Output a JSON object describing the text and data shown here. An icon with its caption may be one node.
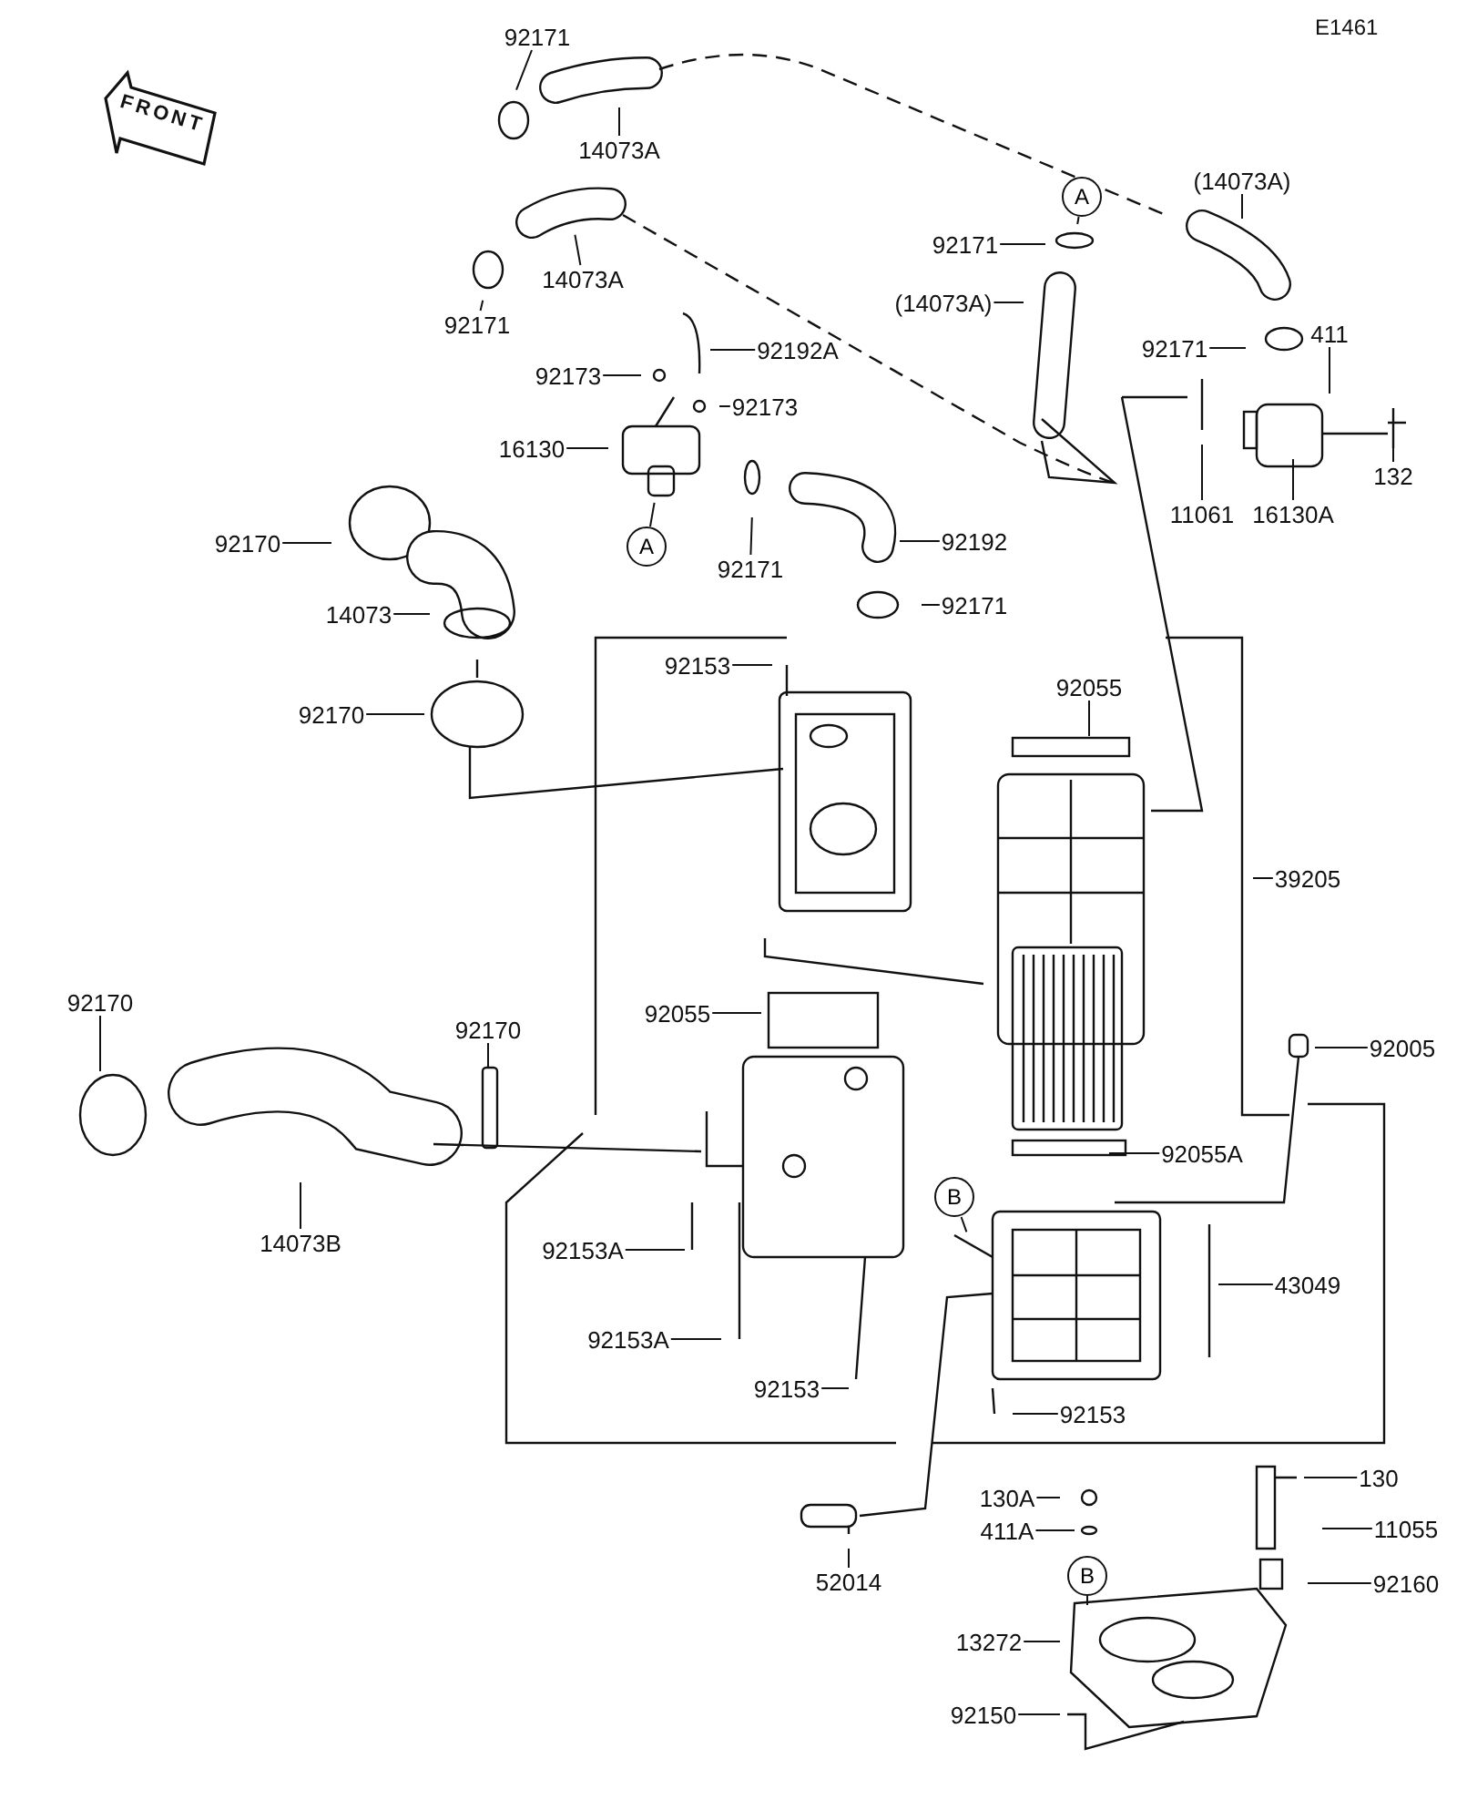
{
  "diagram": {
    "nodes": [
      {
        "text": [
          "92171"
        ]
      },
      {
        "text": [
          "14073A"
        ]
      },
      {
        "text": [
          "92171"
        ]
      },
      {
        "text": [
          "14073A"
        ]
      },
      {
        "text": [
          "92192A"
        ]
      },
      {
        "text": [
          "92173"
        ]
      },
      {
        "text": [
          "92173"
        ]
      },
      {
        "text": [
          "16130"
        ]
      },
      {
        "text": [
          "A"
        ]
      },
      {
        "text": [
          "92171"
        ]
      },
      {
        "text": [
          "92192"
        ]
      },
      {
        "text": [
          "92171"
        ]
      },
      {
        "text": [
          "A"
        ]
      },
      {
        "text": [
          "92171"
        ]
      },
      {
        "text": [
          "(14073A)"
        ]
      },
      {
        "text": [
          "(14073A)"
        ]
      },
      {
        "text": [
          "92171"
        ]
      },
      {
        "text": [
          "411"
        ]
      },
      {
        "text": [
          "11061"
        ]
      },
      {
        "text": [
          "16130A"
        ]
      },
      {
        "text": [
          "132"
        ]
      },
      {
        "text": [
          "92170"
        ]
      },
      {
        "text": [
          "14073"
        ]
      },
      {
        "text": [
          "92170"
        ]
      },
      {
        "text": [
          "92153"
        ]
      },
      {
        "text": [
          "92055"
        ]
      },
      {
        "text": [
          "39205"
        ]
      },
      {
        "text": [
          "92055"
        ]
      },
      {
        "text": [
          "92170"
        ]
      },
      {
        "text": [
          "92170"
        ]
      },
      {
        "text": [
          "92005"
        ]
      },
      {
        "text": [
          "14073B"
        ]
      },
      {
        "text": [
          "92055A"
        ]
      },
      {
        "text": [
          "B"
        ]
      },
      {
        "text": [
          "92153A"
        ]
      },
      {
        "text": [
          "43049"
        ]
      },
      {
        "text": [
          "92153A"
        ]
      },
      {
        "text": [
          "92153"
        ]
      },
      {
        "text": [
          "92153"
        ]
      },
      {
        "text": [
          "52014"
        ]
      },
      {
        "text": [
          "130A"
        ]
      },
      {
        "text": [
          "130"
        ]
      },
      {
        "text": [
          "411A"
        ]
      },
      {
        "text": [
          "B"
        ]
      },
      {
        "text": [
          "11055"
        ]
      },
      {
        "text": [
          "92160"
        ]
      },
      {
        "text": [
          "13272"
        ]
      },
      {
        "text": [
          "92150"
        ]
      }
    ],
    "edges": [
      {
        "from": 0,
        "to": null,
        "arrow": "none"
      },
      {
        "from": 1,
        "to": null,
        "arrow": "none"
      },
      {
        "from": 2,
        "to": null,
        "arrow": "none"
      },
      {
        "from": 3,
        "to": null,
        "arrow": "none"
      },
      {
        "from": 4,
        "to": null,
        "arrow": "none"
      },
      {
        "from": 5,
        "to": null,
        "arrow": "none"
      },
      {
        "from": 6,
        "to": null,
        "arrow": "none"
      },
      {
        "from": 7,
        "to": null,
        "arrow": "none"
      },
      {
        "from": 8,
        "to": null,
        "arrow": "none"
      },
      {
        "from": 9,
        "to": null,
        "arrow": "none"
      },
      {
        "from": 10,
        "to": null,
        "arrow": "none"
      },
      {
        "from": 11,
        "to": null,
        "arrow": "none"
      },
      {
        "from": 12,
        "to": null,
        "arrow": "none"
      },
      {
        "from": 13,
        "to": null,
        "arrow": "none"
      },
      {
        "from": 14,
        "to": null,
        "arrow": "none"
      },
      {
        "from": 15,
        "to": null,
        "arrow": "none"
      },
      {
        "from": 16,
        "to": null,
        "arrow": "none"
      },
      {
        "from": 17,
        "to": null,
        "arrow": "none"
      },
      {
        "from": 18,
        "to": null,
        "arrow": "none"
      },
      {
        "from": 19,
        "to": null,
        "arrow": "none"
      },
      {
        "from": 20,
        "to": null,
        "arrow": "none"
      },
      {
        "from": 21,
        "to": null,
        "arrow": "none"
      },
      {
        "from": 22,
        "to": null,
        "arrow": "none"
      },
      {
        "from": 23,
        "to": null,
        "arrow": "none"
      },
      {
        "from": 24,
        "to": null,
        "arrow": "none"
      },
      {
        "from": 25,
        "to": null,
        "arrow": "none"
      },
      {
        "from": 26,
        "to": null,
        "arrow": "none"
      },
      {
        "from": 27,
        "to": null,
        "arrow": "none"
      },
      {
        "from": 28,
        "to": null,
        "arrow": "none"
      },
      {
        "from": 29,
        "to": null,
        "arrow": "none"
      },
      {
        "from": 30,
        "to": null,
        "arrow": "none"
      },
      {
        "from": 31,
        "to": null,
        "arrow": "none"
      },
      {
        "from": 32,
        "to": null,
        "arrow": "none"
      },
      {
        "from": 33,
        "to": null,
        "arrow": "none"
      },
      {
        "from": 34,
        "to": null,
        "arrow": "none"
      },
      {
        "from": 35,
        "to": null,
        "arrow": "none"
      },
      {
        "from": 36,
        "to": null,
        "arrow": "none"
      },
      {
        "from": 37,
        "to": null,
        "arrow": "none"
      },
      {
        "from": 38,
        "to": null,
        "arrow": "none"
      },
      {
        "from": 39,
        "to": null,
        "arrow": "none"
      },
      {
        "from": 40,
        "to": null,
        "arrow": "none"
      },
      {
        "from": 41,
        "to": null,
        "arrow": "none"
      },
      {
        "from": 42,
        "to": null,
        "arrow": "none"
      },
      {
        "from": 43,
        "to": null,
        "arrow": "none"
      },
      {
        "from": 44,
        "to": null,
        "arrow": "none"
      },
      {
        "from": 45,
        "to": null,
        "arrow": "none"
      },
      {
        "from": 46,
        "to": null,
        "arrow": "none"
      },
      {
        "from": 47,
        "to": null,
        "arrow": "none"
      }
    ],
    "labels": [
      "E1461",
      "FRONT"
    ]
  }
}
